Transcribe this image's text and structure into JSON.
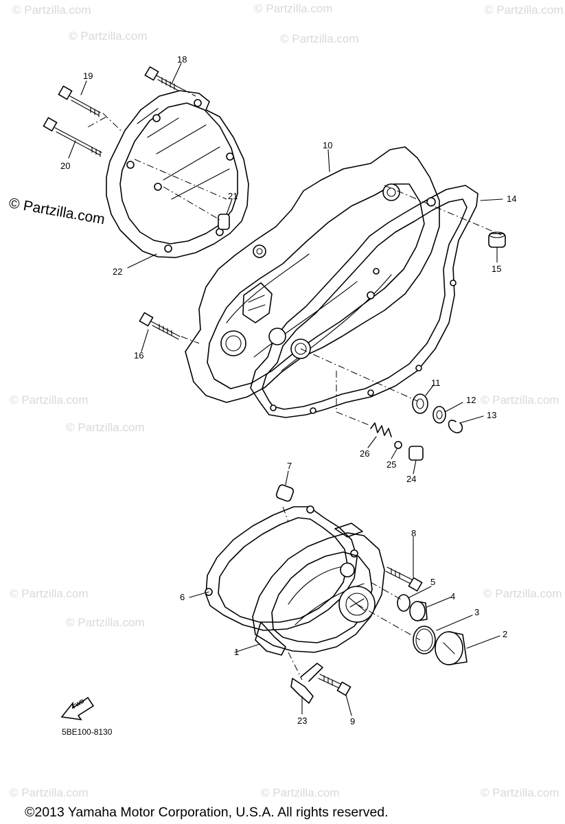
{
  "watermark": "© Partzilla.com",
  "watermark_main": "© Partzilla.com",
  "callouts": [
    "1",
    "2",
    "3",
    "4",
    "5",
    "6",
    "7",
    "8",
    "9",
    "10",
    "11",
    "12",
    "13",
    "14",
    "15",
    "16",
    "18",
    "19",
    "20",
    "21",
    "22",
    "23",
    "24",
    "25",
    "26"
  ],
  "fwd_label": "FWD",
  "diagram_code": "5BE100-8130",
  "copyright": "©2013 Yamaha Motor Corporation, U.S.A. All rights reserved."
}
